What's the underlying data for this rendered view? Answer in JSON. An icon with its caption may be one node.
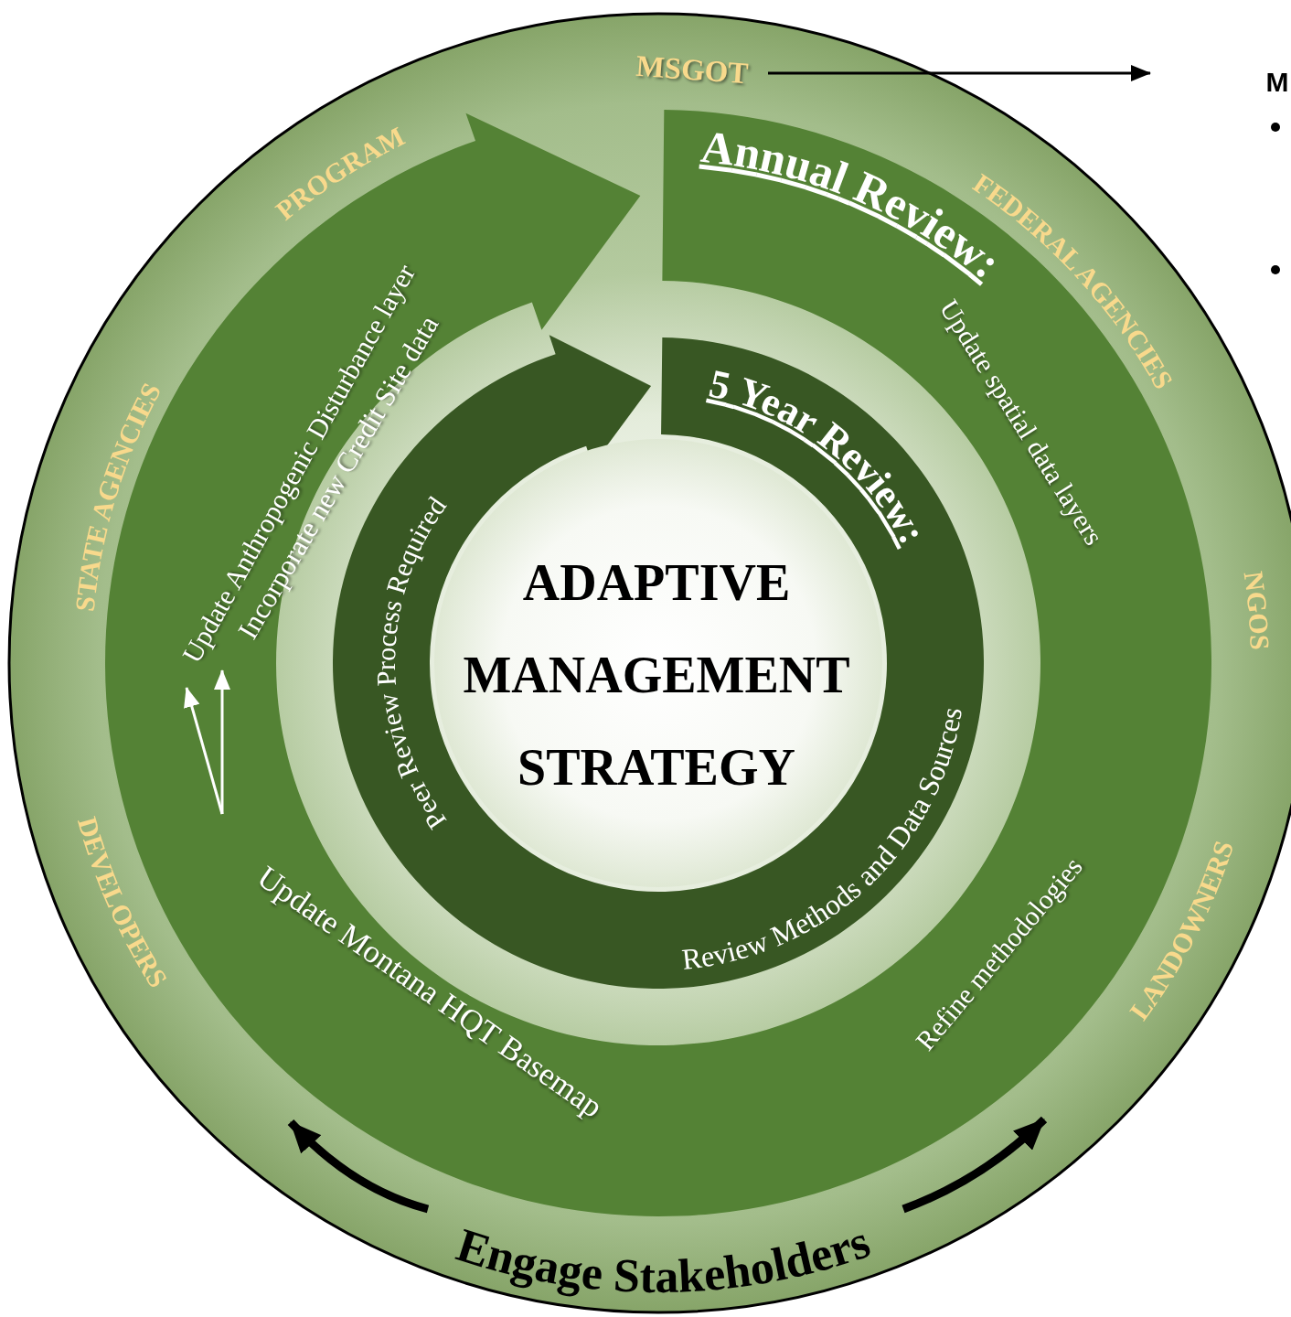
{
  "diagram": {
    "nodes": [
      {
        "text": [],
        "shape": "circle"
      },
      {
        "text": [
          "Annual Review:",
          "Update spatial data layers",
          "Refine methodologies"
        ],
        "in": 0
      },
      {
        "text": [
          "Update Montana HQT Basemap"
        ],
        "in": 1
      },
      {
        "text": [
          "Update Anthropogenic Disturbance layer"
        ],
        "in": 1
      },
      {
        "text": [
          "Incorporate new Credit Site data"
        ],
        "in": 1
      },
      {
        "text": [
          "5 Year Review:",
          "Review Methods and Data Sources",
          "Peer Review Process Required"
        ],
        "in": 0
      },
      {
        "text": [
          "ADAPTIVE MANAGEMENT STRATEGY"
        ],
        "in": 0
      },
      {
        "text": [
          "MSGOT"
        ],
        "in": 0
      },
      {
        "text": [
          "Engage Stakeholders"
        ],
        "in": 0
      }
    ],
    "edges": [
      {
        "from": 2,
        "to": 3,
        "arrow": "to",
        "color": "#ffffff"
      },
      {
        "from": 2,
        "to": 4,
        "arrow": "to",
        "color": "#ffffff"
      },
      {
        "from": 7,
        "to": null,
        "arrow": "to"
      },
      {
        "from": 8,
        "to": 1,
        "arrow": "to",
        "style": "thick"
      },
      {
        "from": 8,
        "to": 1,
        "arrow": "to",
        "style": "thick"
      }
    ],
    "labels": [
      "PROGRAM",
      "FEDERAL AGENCIES",
      "STATE AGENCIES",
      "NGOS",
      "DEVELOPERS",
      "LANDOWNERS",
      "M"
    ]
  }
}
